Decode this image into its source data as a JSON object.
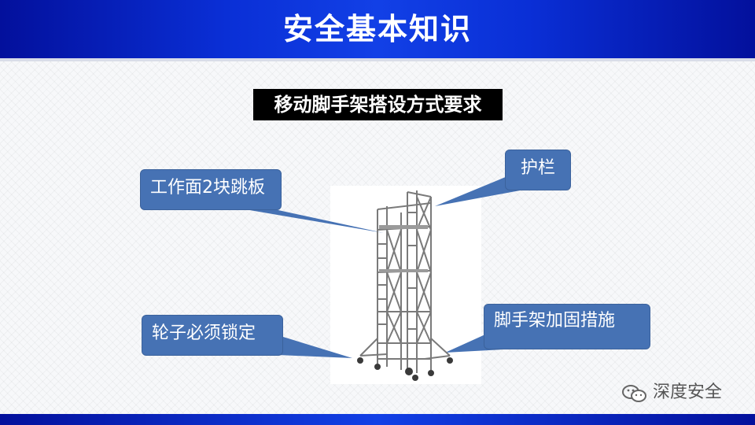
{
  "header": {
    "title": "安全基本知识"
  },
  "subtitle": "移动脚手架搭设方式要求",
  "callouts": {
    "working_surface": "工作面2块跳板",
    "guardrail": "护栏",
    "wheels": "轮子必须锁定",
    "reinforcement": "脚手架加固措施"
  },
  "watermark": {
    "text": "深度安全",
    "icon": "wechat-icon"
  },
  "colors": {
    "header_blue": "#0a2fd6",
    "callout_blue": "#4672b4",
    "subtitle_bg": "#000000",
    "scaffold_gray": "#7a7a7a"
  }
}
